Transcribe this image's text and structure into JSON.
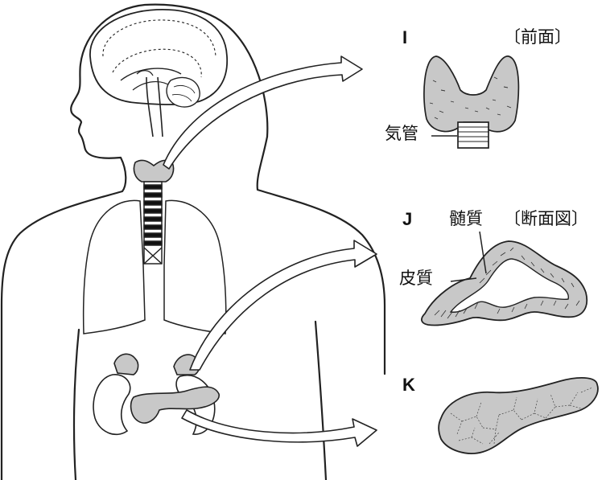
{
  "labels": {
    "I": "I",
    "J": "J",
    "K": "K",
    "front_view": "〔前面〕",
    "cross_section": "〔断面図〕",
    "trachea": "気管",
    "medulla": "髄質",
    "cortex": "皮質"
  },
  "colors": {
    "organ_fill": "#c8c8c8",
    "line": "#222222",
    "background": "#ffffff"
  }
}
